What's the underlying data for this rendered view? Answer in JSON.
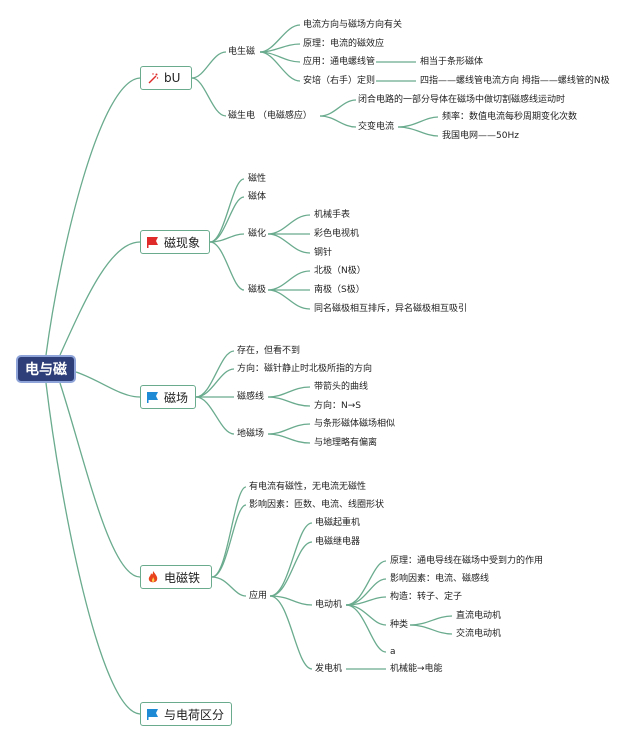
{
  "root": "电与磁",
  "branches": [
    {
      "id": "b1",
      "label": "bU",
      "icon": "magic-wand-icon"
    },
    {
      "id": "b2",
      "label": "磁现象",
      "icon": "red-flag-icon"
    },
    {
      "id": "b3",
      "label": "磁场",
      "icon": "blue-flag-icon"
    },
    {
      "id": "b4",
      "label": "电磁铁",
      "icon": "flame-icon"
    },
    {
      "id": "b5",
      "label": "与电荷区分",
      "icon": "blue-flag-icon"
    }
  ],
  "nodes": {
    "n1": "电生磁",
    "n2": "电流方向与磁场方向有关",
    "n3": "原理：电流的磁效应",
    "n4": "应用：通电螺线管",
    "n5": "相当于条形磁体",
    "n6": "安培（右手）定则",
    "n7": "四指——螺线管电流方向 拇指——螺线管的N极",
    "n8": "磁生电 （电磁感应）",
    "n9": "闭合电路的一部分导体在磁场中做切割磁感线运动时",
    "n10": "交变电流",
    "n11": "频率：数值电流每秒周期变化次数",
    "n12": "我国电网——50Hz",
    "n13": "磁性",
    "n14": "磁体",
    "n15": "磁化",
    "n16": "机械手表",
    "n17": "彩色电视机",
    "n18": "钢针",
    "n19": "磁极",
    "n20": "北极（N极）",
    "n21": "南极（S极）",
    "n22": "同名磁极相互排斥，异名磁极相互吸引",
    "n23": "存在，但看不到",
    "n24": "方向：磁针静止时北极所指的方向",
    "n25": "磁感线",
    "n26": "带箭头的曲线",
    "n27": "方向：N→S",
    "n28": "地磁场",
    "n29": "与条形磁体磁场相似",
    "n30": "与地理略有偏离",
    "n31": "有电流有磁性，无电流无磁性",
    "n32": "影响因素：匝数、电流、线圈形状",
    "n33": "应用",
    "n34": "电磁起重机",
    "n35": "电磁继电器",
    "n36": "电动机",
    "n37": "原理：通电导线在磁场中受到力的作用",
    "n38": "影响因素：电流、磁感线",
    "n39": "构造：转子、定子",
    "n40": "种类",
    "n41": "直流电动机",
    "n42": "交流电动机",
    "n43": "a",
    "n44": "发电机",
    "n45": "机械能→电能"
  },
  "colors": {
    "link": "#6aab8e",
    "root_fill": "#2e3e78",
    "root_border": "#8fa4d8",
    "red": "#e02b2b",
    "blue": "#1e8ad6",
    "flame": "#e8431c"
  }
}
